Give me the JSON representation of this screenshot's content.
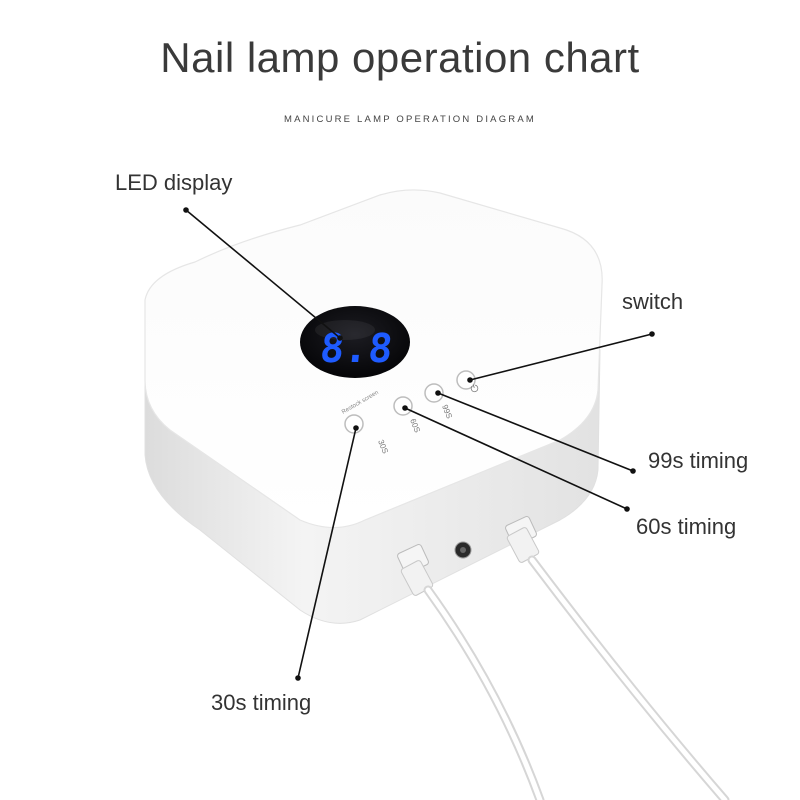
{
  "header": {
    "title": "Nail lamp operation chart",
    "subtitle": "MANICURE LAMP OPERATION DIAGRAM"
  },
  "callouts": {
    "led_display": "LED display",
    "switch": "switch",
    "timing_99": "99s timing",
    "timing_60": "60s timing",
    "timing_30": "30s timing"
  },
  "device": {
    "display_reading": "8.8",
    "button_labels": {
      "b30": "30S",
      "b60": "60S",
      "b99": "99S",
      "power": "⏻"
    },
    "arc_text": "Restock screen",
    "display_color": "#1e5bff"
  }
}
